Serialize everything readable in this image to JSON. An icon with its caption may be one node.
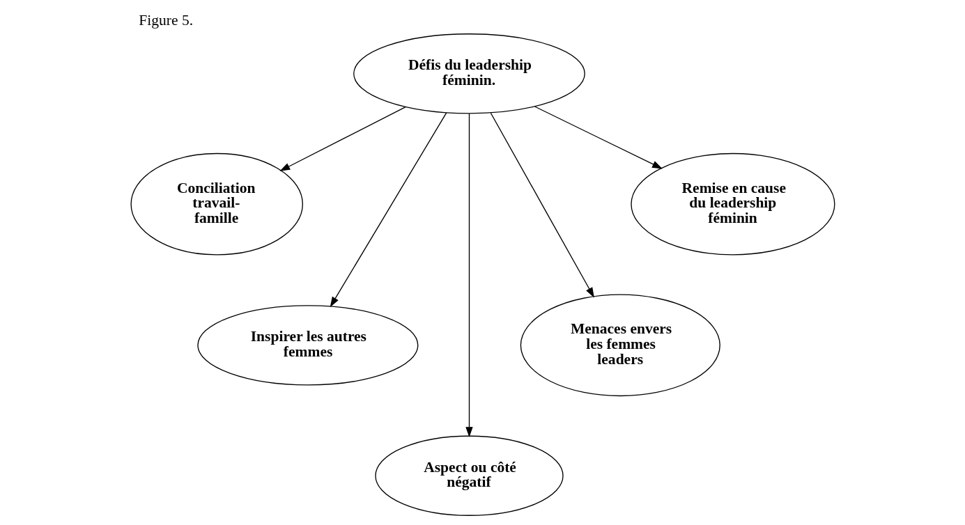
{
  "diagram": {
    "title": "Figure 5.",
    "nodes": [
      {
        "text": [
          "Défis du leadership féminin."
        ]
      },
      {
        "text": [
          "Conciliation travail-famille"
        ]
      },
      {
        "text": [
          "Inspirer les autres femmes"
        ]
      },
      {
        "text": [
          "Aspect ou côté négatif"
        ]
      },
      {
        "text": [
          "Menaces envers les femmes leaders"
        ]
      },
      {
        "text": [
          "Remise en cause du leadership féminin"
        ]
      }
    ],
    "edges": [
      {
        "from": 0,
        "to": 1,
        "arrow": "to"
      },
      {
        "from": 0,
        "to": 2,
        "arrow": "to"
      },
      {
        "from": 0,
        "to": 3,
        "arrow": "to"
      },
      {
        "from": 0,
        "to": 4,
        "arrow": "to"
      },
      {
        "from": 0,
        "to": 5,
        "arrow": "to"
      }
    ]
  }
}
